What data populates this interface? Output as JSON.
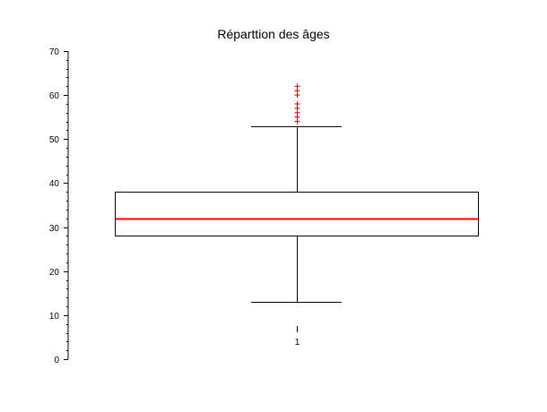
{
  "chart_data": {
    "type": "box",
    "title": "Réparttion des âges",
    "xlabel": "",
    "ylabel": "",
    "ylim": [
      0,
      70
    ],
    "yticks": [
      "0",
      "10",
      "20",
      "30",
      "40",
      "50",
      "60",
      "70"
    ],
    "y_minor_step": 2,
    "categories": [
      "1"
    ],
    "boxes": [
      {
        "category": "1",
        "whisker_low": 13,
        "q1": 28,
        "median": 32,
        "q3": 38,
        "whisker_high": 53,
        "outliers": [
          54,
          55,
          56,
          57,
          58,
          60,
          61,
          62
        ]
      }
    ],
    "grid": false,
    "colors": {
      "box": "#000000",
      "median": "#ff0000",
      "outlier": "#cc0000",
      "axis": "#000000"
    }
  }
}
